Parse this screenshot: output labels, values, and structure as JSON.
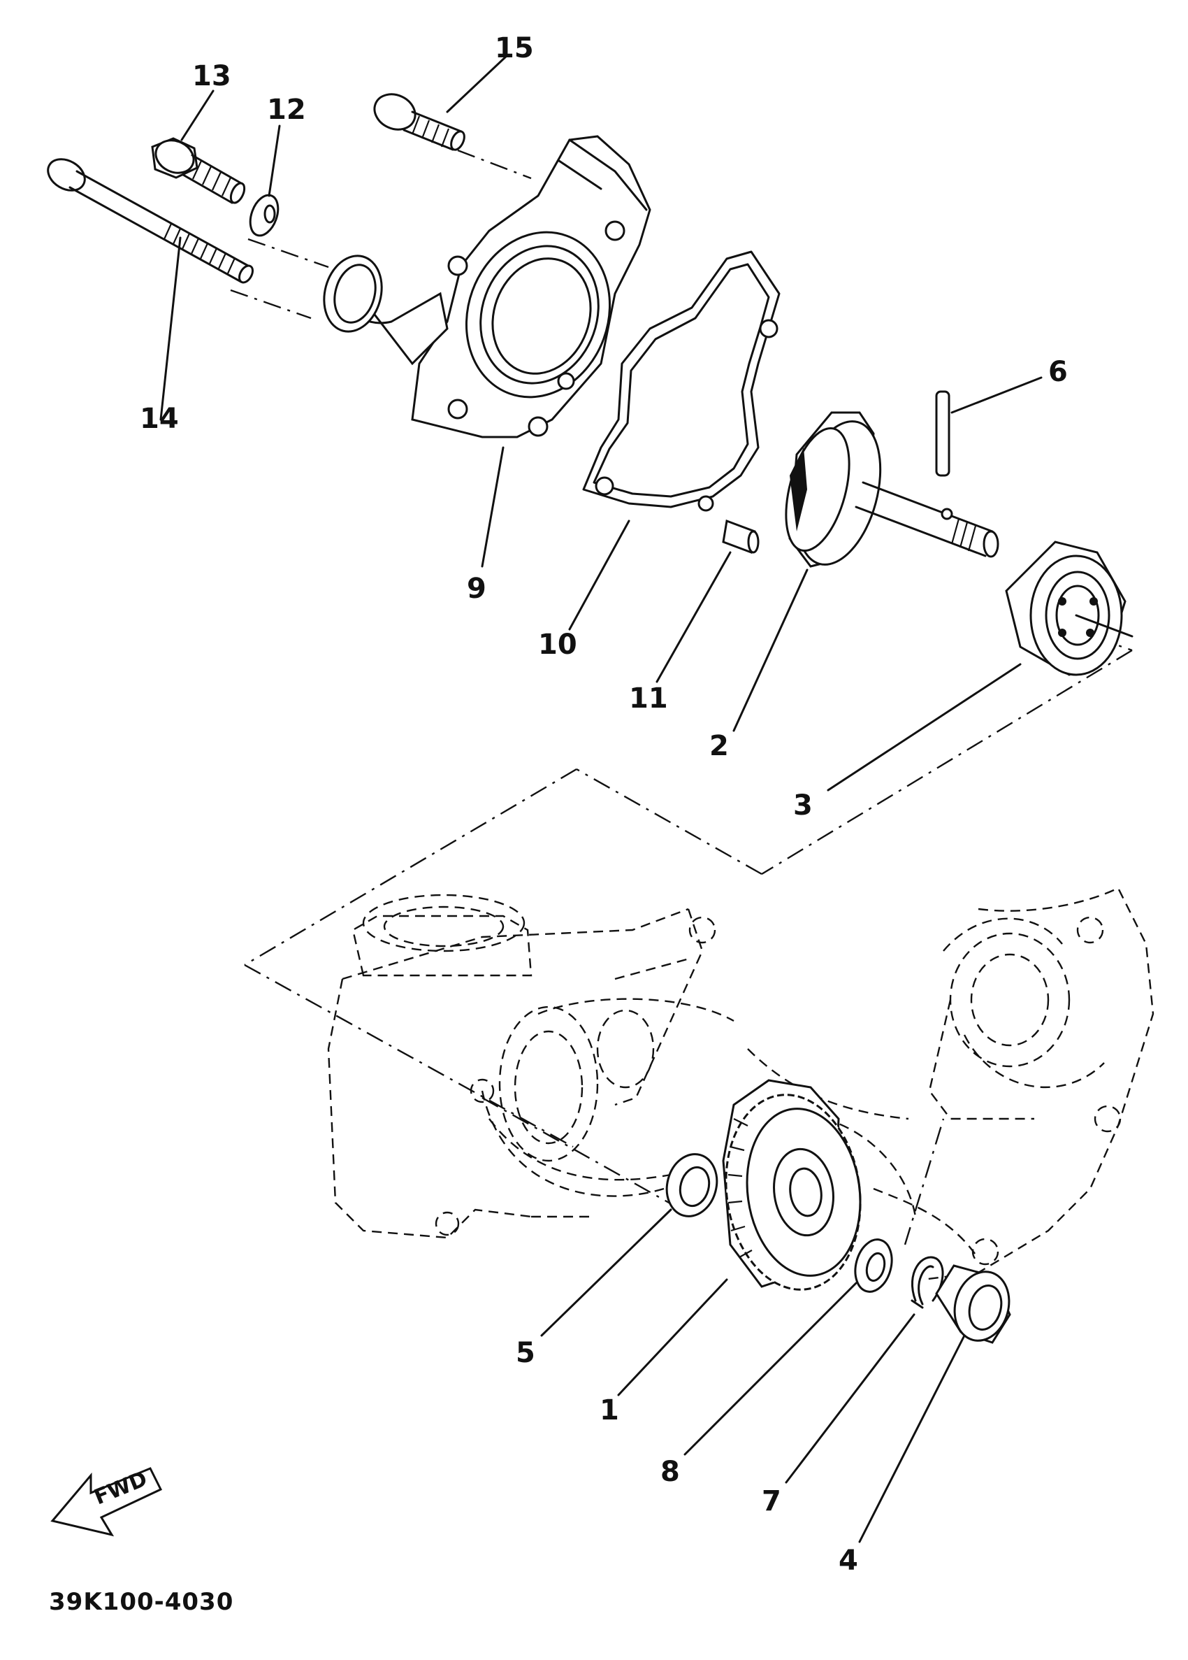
{
  "diagram": {
    "drawing_code": "39K100-4030",
    "fwd_label": "FWD",
    "callouts": [
      "1",
      "2",
      "3",
      "4",
      "5",
      "6",
      "7",
      "8",
      "9",
      "10",
      "11",
      "12",
      "13",
      "14",
      "15"
    ],
    "parts": [
      {
        "ref": "1",
        "icon": "impeller-drive-gear-icon"
      },
      {
        "ref": "2",
        "icon": "impeller-shaft-icon"
      },
      {
        "ref": "3",
        "icon": "bearing-icon"
      },
      {
        "ref": "4",
        "icon": "collar-icon"
      },
      {
        "ref": "5",
        "icon": "washer-icon"
      },
      {
        "ref": "6",
        "icon": "pin-icon"
      },
      {
        "ref": "7",
        "icon": "circlip-icon"
      },
      {
        "ref": "8",
        "icon": "washer-icon"
      },
      {
        "ref": "9",
        "icon": "pump-housing-icon"
      },
      {
        "ref": "10",
        "icon": "gasket-icon"
      },
      {
        "ref": "11",
        "icon": "dowel-pin-icon"
      },
      {
        "ref": "12",
        "icon": "washer-icon"
      },
      {
        "ref": "13",
        "icon": "bolt-icon"
      },
      {
        "ref": "14",
        "icon": "long-bolt-icon"
      },
      {
        "ref": "15",
        "icon": "bolt-icon"
      }
    ]
  }
}
